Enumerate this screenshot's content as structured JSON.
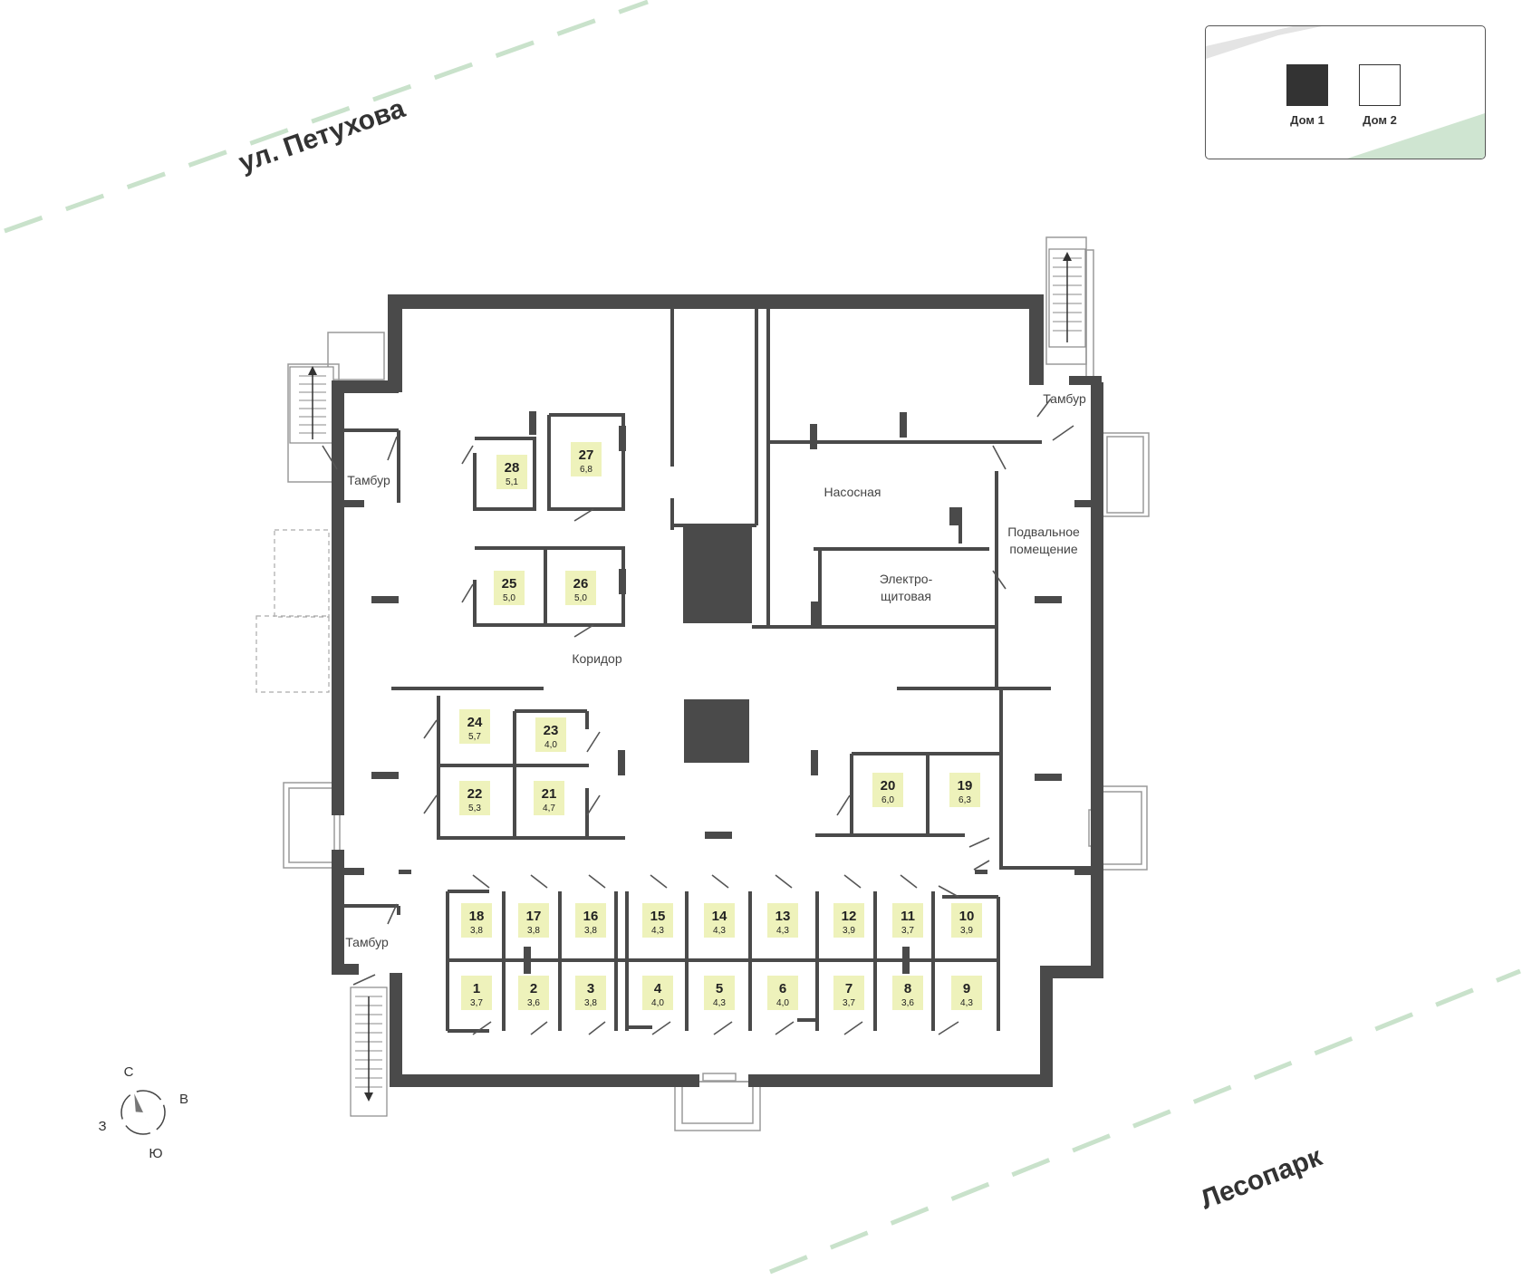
{
  "streets": {
    "north": "ул. Петухова",
    "southeast": "Лесопарк"
  },
  "legend": [
    {
      "label": "Дом 1",
      "color": "#333333",
      "active": true
    },
    {
      "label": "Дом 2",
      "color": "#ffffff",
      "active": false
    }
  ],
  "compass": {
    "north": "С",
    "east": "В",
    "south": "Ю",
    "west": "З"
  },
  "rooms": {
    "tambur_nw": "Тамбур",
    "tambur_ne": "Тамбур",
    "tambur_sw": "Тамбур",
    "pump": "Насосная",
    "basement_line1": "Подвальное",
    "basement_line2": "помещение",
    "electric_line1": "Электро-",
    "electric_line2": "щитовая",
    "corridor": "Коридор"
  },
  "storage_units": [
    {
      "num": "28",
      "area": "5,1"
    },
    {
      "num": "27",
      "area": "6,8"
    },
    {
      "num": "25",
      "area": "5,0"
    },
    {
      "num": "26",
      "area": "5,0"
    },
    {
      "num": "24",
      "area": "5,7"
    },
    {
      "num": "23",
      "area": "4,0"
    },
    {
      "num": "22",
      "area": "5,3"
    },
    {
      "num": "21",
      "area": "4,7"
    },
    {
      "num": "20",
      "area": "6,0"
    },
    {
      "num": "19",
      "area": "6,3"
    },
    {
      "num": "18",
      "area": "3,8"
    },
    {
      "num": "17",
      "area": "3,8"
    },
    {
      "num": "16",
      "area": "3,8"
    },
    {
      "num": "15",
      "area": "4,3"
    },
    {
      "num": "14",
      "area": "4,3"
    },
    {
      "num": "13",
      "area": "4,3"
    },
    {
      "num": "12",
      "area": "3,9"
    },
    {
      "num": "11",
      "area": "3,7"
    },
    {
      "num": "10",
      "area": "3,9"
    },
    {
      "num": "1",
      "area": "3,7"
    },
    {
      "num": "2",
      "area": "3,6"
    },
    {
      "num": "3",
      "area": "3,8"
    },
    {
      "num": "4",
      "area": "4,0"
    },
    {
      "num": "5",
      "area": "4,3"
    },
    {
      "num": "6",
      "area": "4,0"
    },
    {
      "num": "7",
      "area": "3,7"
    },
    {
      "num": "8",
      "area": "3,6"
    },
    {
      "num": "9",
      "area": "4,3"
    }
  ],
  "colors": {
    "wall": "#4a4a4a",
    "cell_highlight": "#eef2bb",
    "street_dash": "#c9e2cb"
  }
}
